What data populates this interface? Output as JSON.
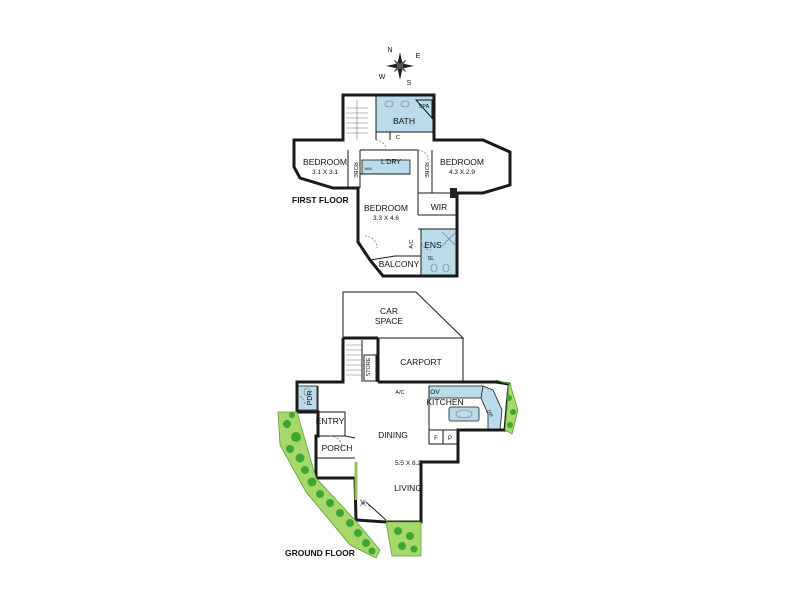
{
  "compass": {
    "n": "N",
    "e": "E",
    "s": "S",
    "w": "W"
  },
  "first_floor": {
    "label": "FIRST FLOOR",
    "rooms": {
      "bath": "BATH",
      "spa": "SPA",
      "c": "C",
      "ldry": "L'DRY",
      "wm": "WM",
      "bedroom_left": "BEDROOM",
      "bedroom_left_dim": "3.1 X 3.1",
      "robe_left": "ROBE",
      "bedroom_right": "BEDROOM",
      "bedroom_right_dim": "4.3 X 2.9",
      "robe_right": "ROBE",
      "bedroom_mid": "BEDROOM",
      "bedroom_mid_dim": "3.3 X 4.6",
      "wir": "WIR",
      "ac": "A/C",
      "ens": "ENS",
      "sl": "SL",
      "balcony": "BALCONY"
    }
  },
  "ground_floor": {
    "label": "GROUND FLOOR",
    "rooms": {
      "car_space_1": "CAR",
      "car_space_2": "SPACE",
      "carport": "CARPORT",
      "store": "STORE",
      "ac": "A/C",
      "pdr": "PDR",
      "ov": "OV",
      "kitchen": "KITCHEN",
      "dw": "DW",
      "f": "F",
      "p": "P",
      "entry": "ENTRY",
      "dining": "DINING",
      "porch": "PORCH",
      "living_dim": "5.5 X 8.2",
      "living": "LIVING"
    }
  }
}
